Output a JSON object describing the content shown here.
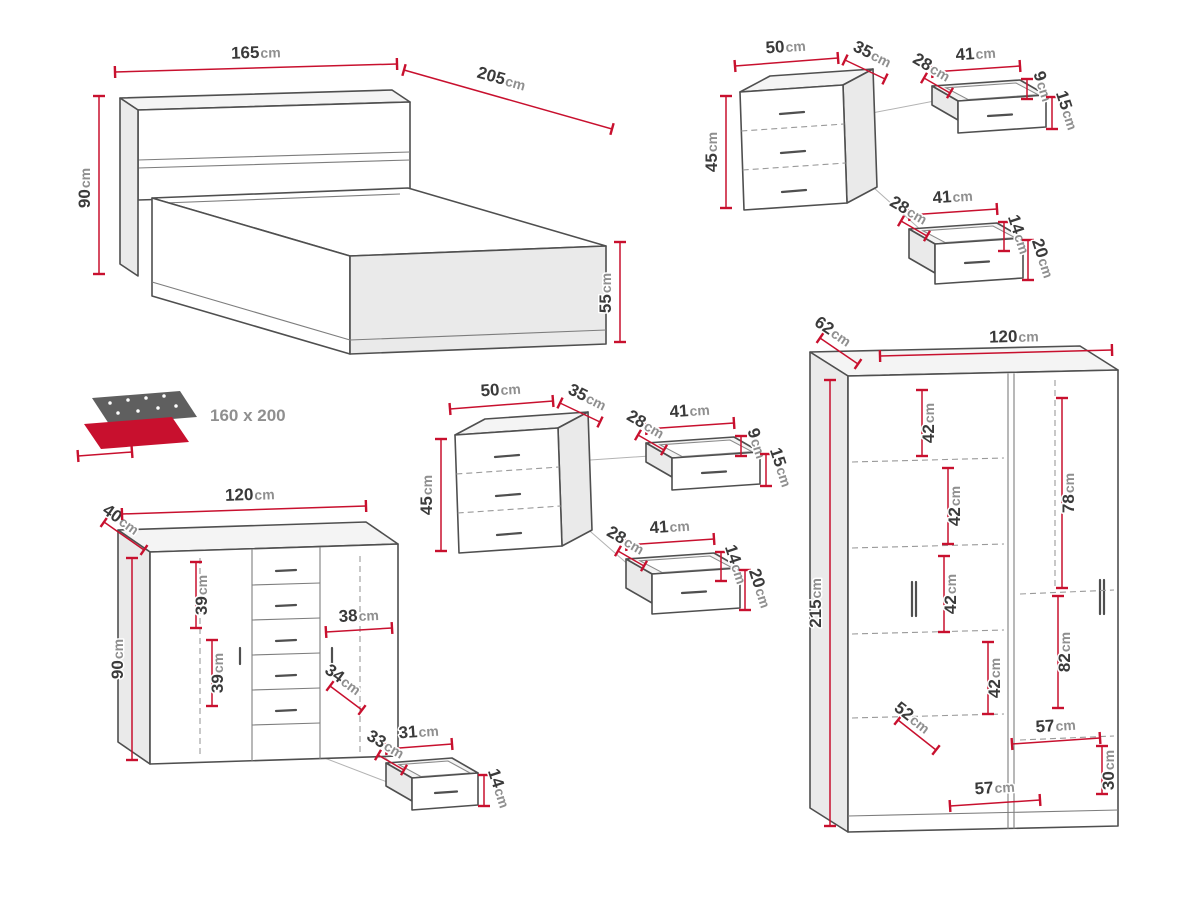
{
  "units": "cm",
  "colors": {
    "dimension_red": "#c8102e",
    "outline_gray": "#4f4f4f",
    "label_dark": "#3a3a3a",
    "label_unit_gray": "#8f8f8f"
  },
  "bed": {
    "width": "165",
    "length": "205",
    "headboard_height": "90",
    "frame_height": "55",
    "mattress_label": "160 x 200"
  },
  "nightstand_top": {
    "width": "50",
    "depth": "35",
    "height": "45",
    "drawer_small": {
      "depth": "28",
      "width": "41",
      "side_height": "9",
      "front_height": "15"
    },
    "drawer_large": {
      "depth": "28",
      "width": "41",
      "side_height": "14",
      "front_height": "20"
    }
  },
  "nightstand_mid": {
    "width": "50",
    "depth": "35",
    "height": "45",
    "drawer_small": {
      "depth": "28",
      "width": "41",
      "side_height": "9",
      "front_height": "15"
    },
    "drawer_large": {
      "depth": "28",
      "width": "41",
      "side_height": "14",
      "front_height": "20"
    }
  },
  "dresser": {
    "depth": "40",
    "width": "120",
    "height": "90",
    "inner_top": "39",
    "inner_bottom": "39",
    "inner_shelf": "38",
    "inner_depth": "34",
    "drawer": {
      "depth": "33",
      "width": "31",
      "height": "14"
    }
  },
  "wardrobe": {
    "depth": "62",
    "width": "120",
    "height": "215",
    "inner": {
      "s1": "42",
      "s2": "78",
      "s3": "42",
      "s4": "42",
      "s5": "82",
      "s6": "42",
      "s7": "52",
      "s8": "57",
      "s9": "30",
      "s10": "57"
    }
  }
}
